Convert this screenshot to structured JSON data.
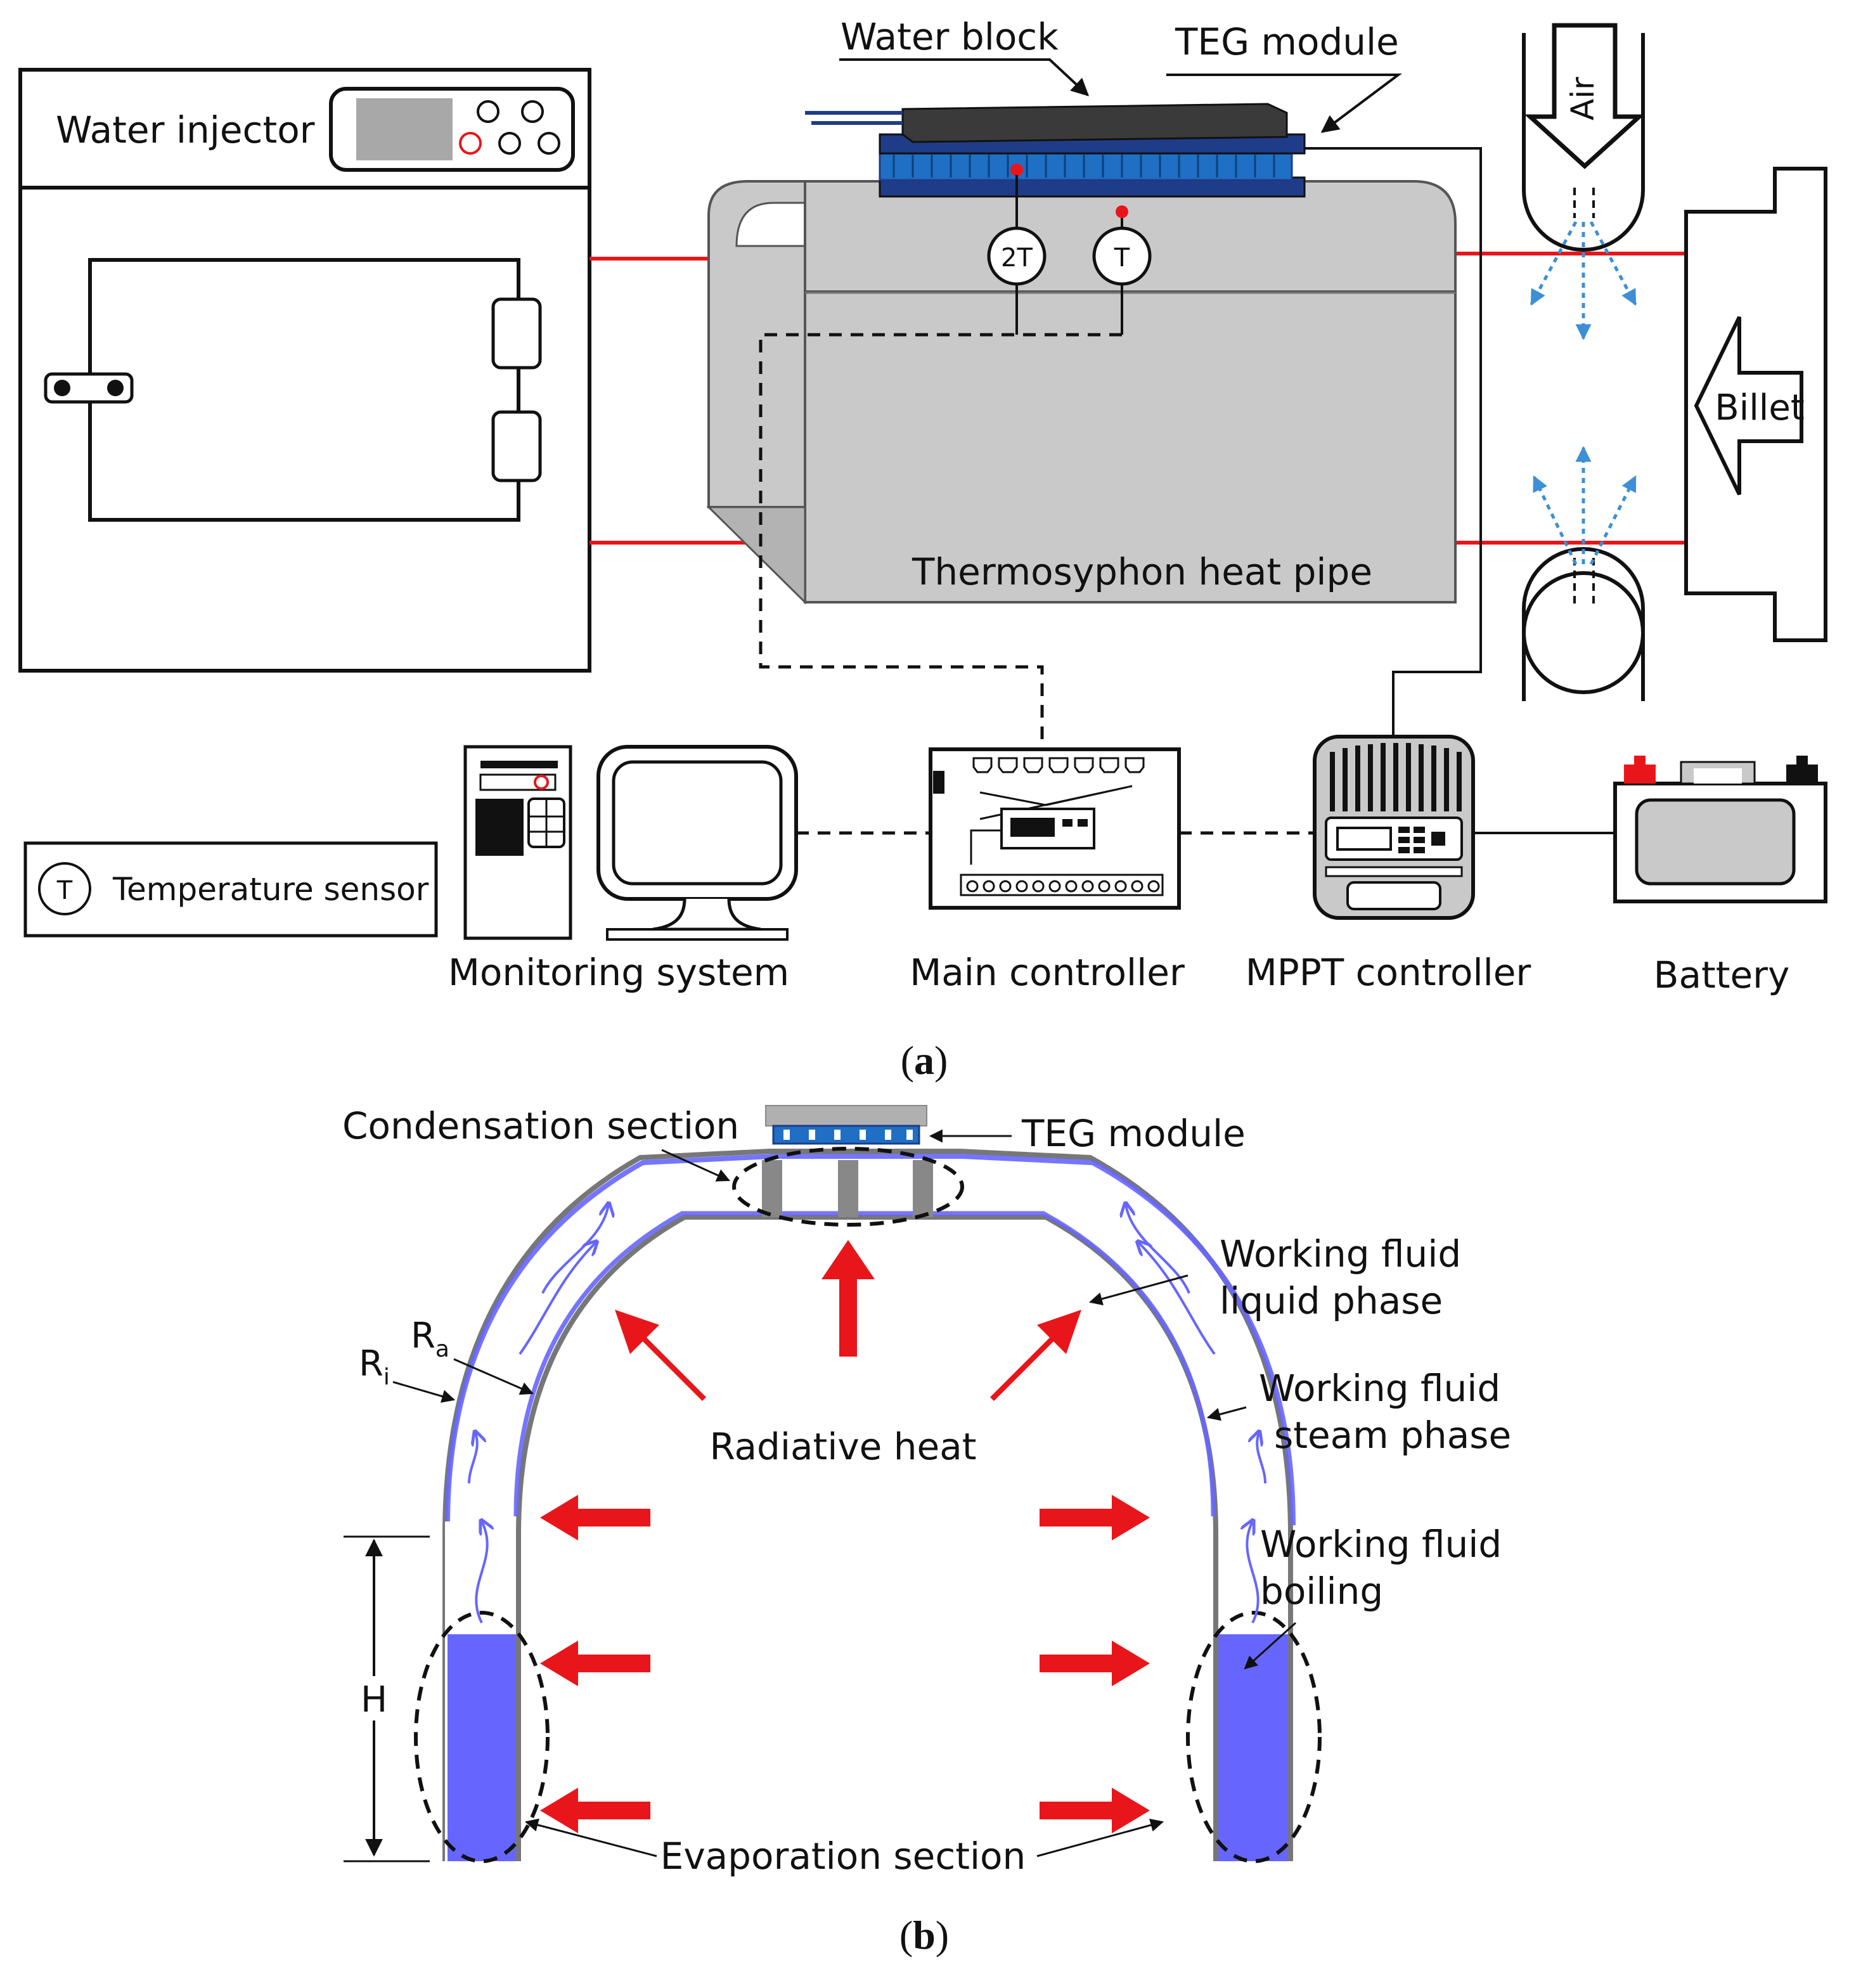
{
  "panel_a": {
    "caption_open": "(",
    "caption_letter": "a",
    "caption_close": ")",
    "water_injector": "Water injector",
    "water_block": "Water block",
    "teg_module": "TEG module",
    "air": "Air",
    "billet": "Billet",
    "heat_pipe": "Thermosyphon heat pipe",
    "sensor_2t": "2T",
    "sensor_t": "T",
    "legend_symbol": "T",
    "legend_label": "Temperature sensor",
    "monitoring": "Monitoring system",
    "main_controller": "Main controller",
    "mppt": "MPPT controller",
    "battery": "Battery"
  },
  "panel_b": {
    "caption_open": "(",
    "caption_letter": "b",
    "caption_close": ")",
    "condensation": "Condensation section",
    "teg_module": "TEG module",
    "liquid_l1": "Working fluid",
    "liquid_l2": "liquid phase",
    "steam_l1": "Working fluid",
    "steam_l2": "steam phase",
    "boiling_l1": "Working fluid",
    "boiling_l2": "boiling",
    "radiative": "Radiative heat",
    "evaporation": "Evaporation section",
    "ri_main": "R",
    "ri_sub": "i",
    "ra_main": "R",
    "ra_sub": "a",
    "h": "H"
  },
  "colors": {
    "red": "#e8161b",
    "blue_fluid": "#6666ff",
    "teg_blue": "#1f6fc4",
    "dark_blue": "#1f3c88",
    "gray_body": "#c9c9c9",
    "air_arrow": "#3d8fd6"
  }
}
